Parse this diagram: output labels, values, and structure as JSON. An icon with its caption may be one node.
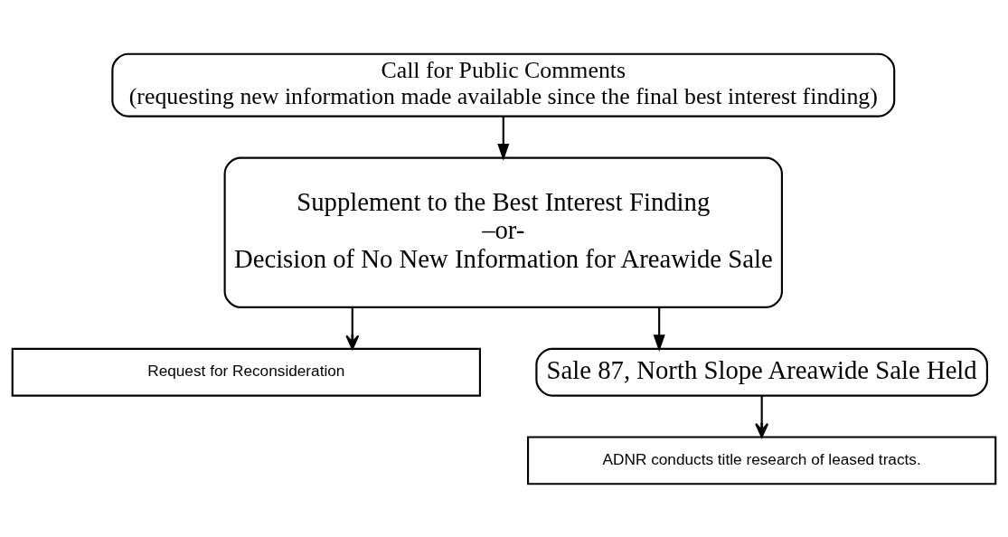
{
  "diagram": {
    "nodes": [
      {
        "text": [
          "Call for Public Comments",
          "(requesting new information made available since the final best interest finding)"
        ]
      },
      {
        "text": [
          "Supplement to the Best Interest Finding",
          "–or-",
          "Decision of No New Information for Areawide Sale"
        ]
      },
      {
        "text": [
          "Request for Reconsideration"
        ]
      },
      {
        "text": [
          "Sale 87, North Slope Areawide Sale Held"
        ]
      },
      {
        "text": [
          "ADNR conducts title research of leased tracts."
        ]
      }
    ],
    "edges": [
      {
        "from": 0,
        "to": 1,
        "arrow": "to"
      },
      {
        "from": 1,
        "to": 2,
        "arrow": "to"
      },
      {
        "from": 1,
        "to": 3,
        "arrow": "to"
      },
      {
        "from": 3,
        "to": 4,
        "arrow": "to"
      }
    ]
  }
}
